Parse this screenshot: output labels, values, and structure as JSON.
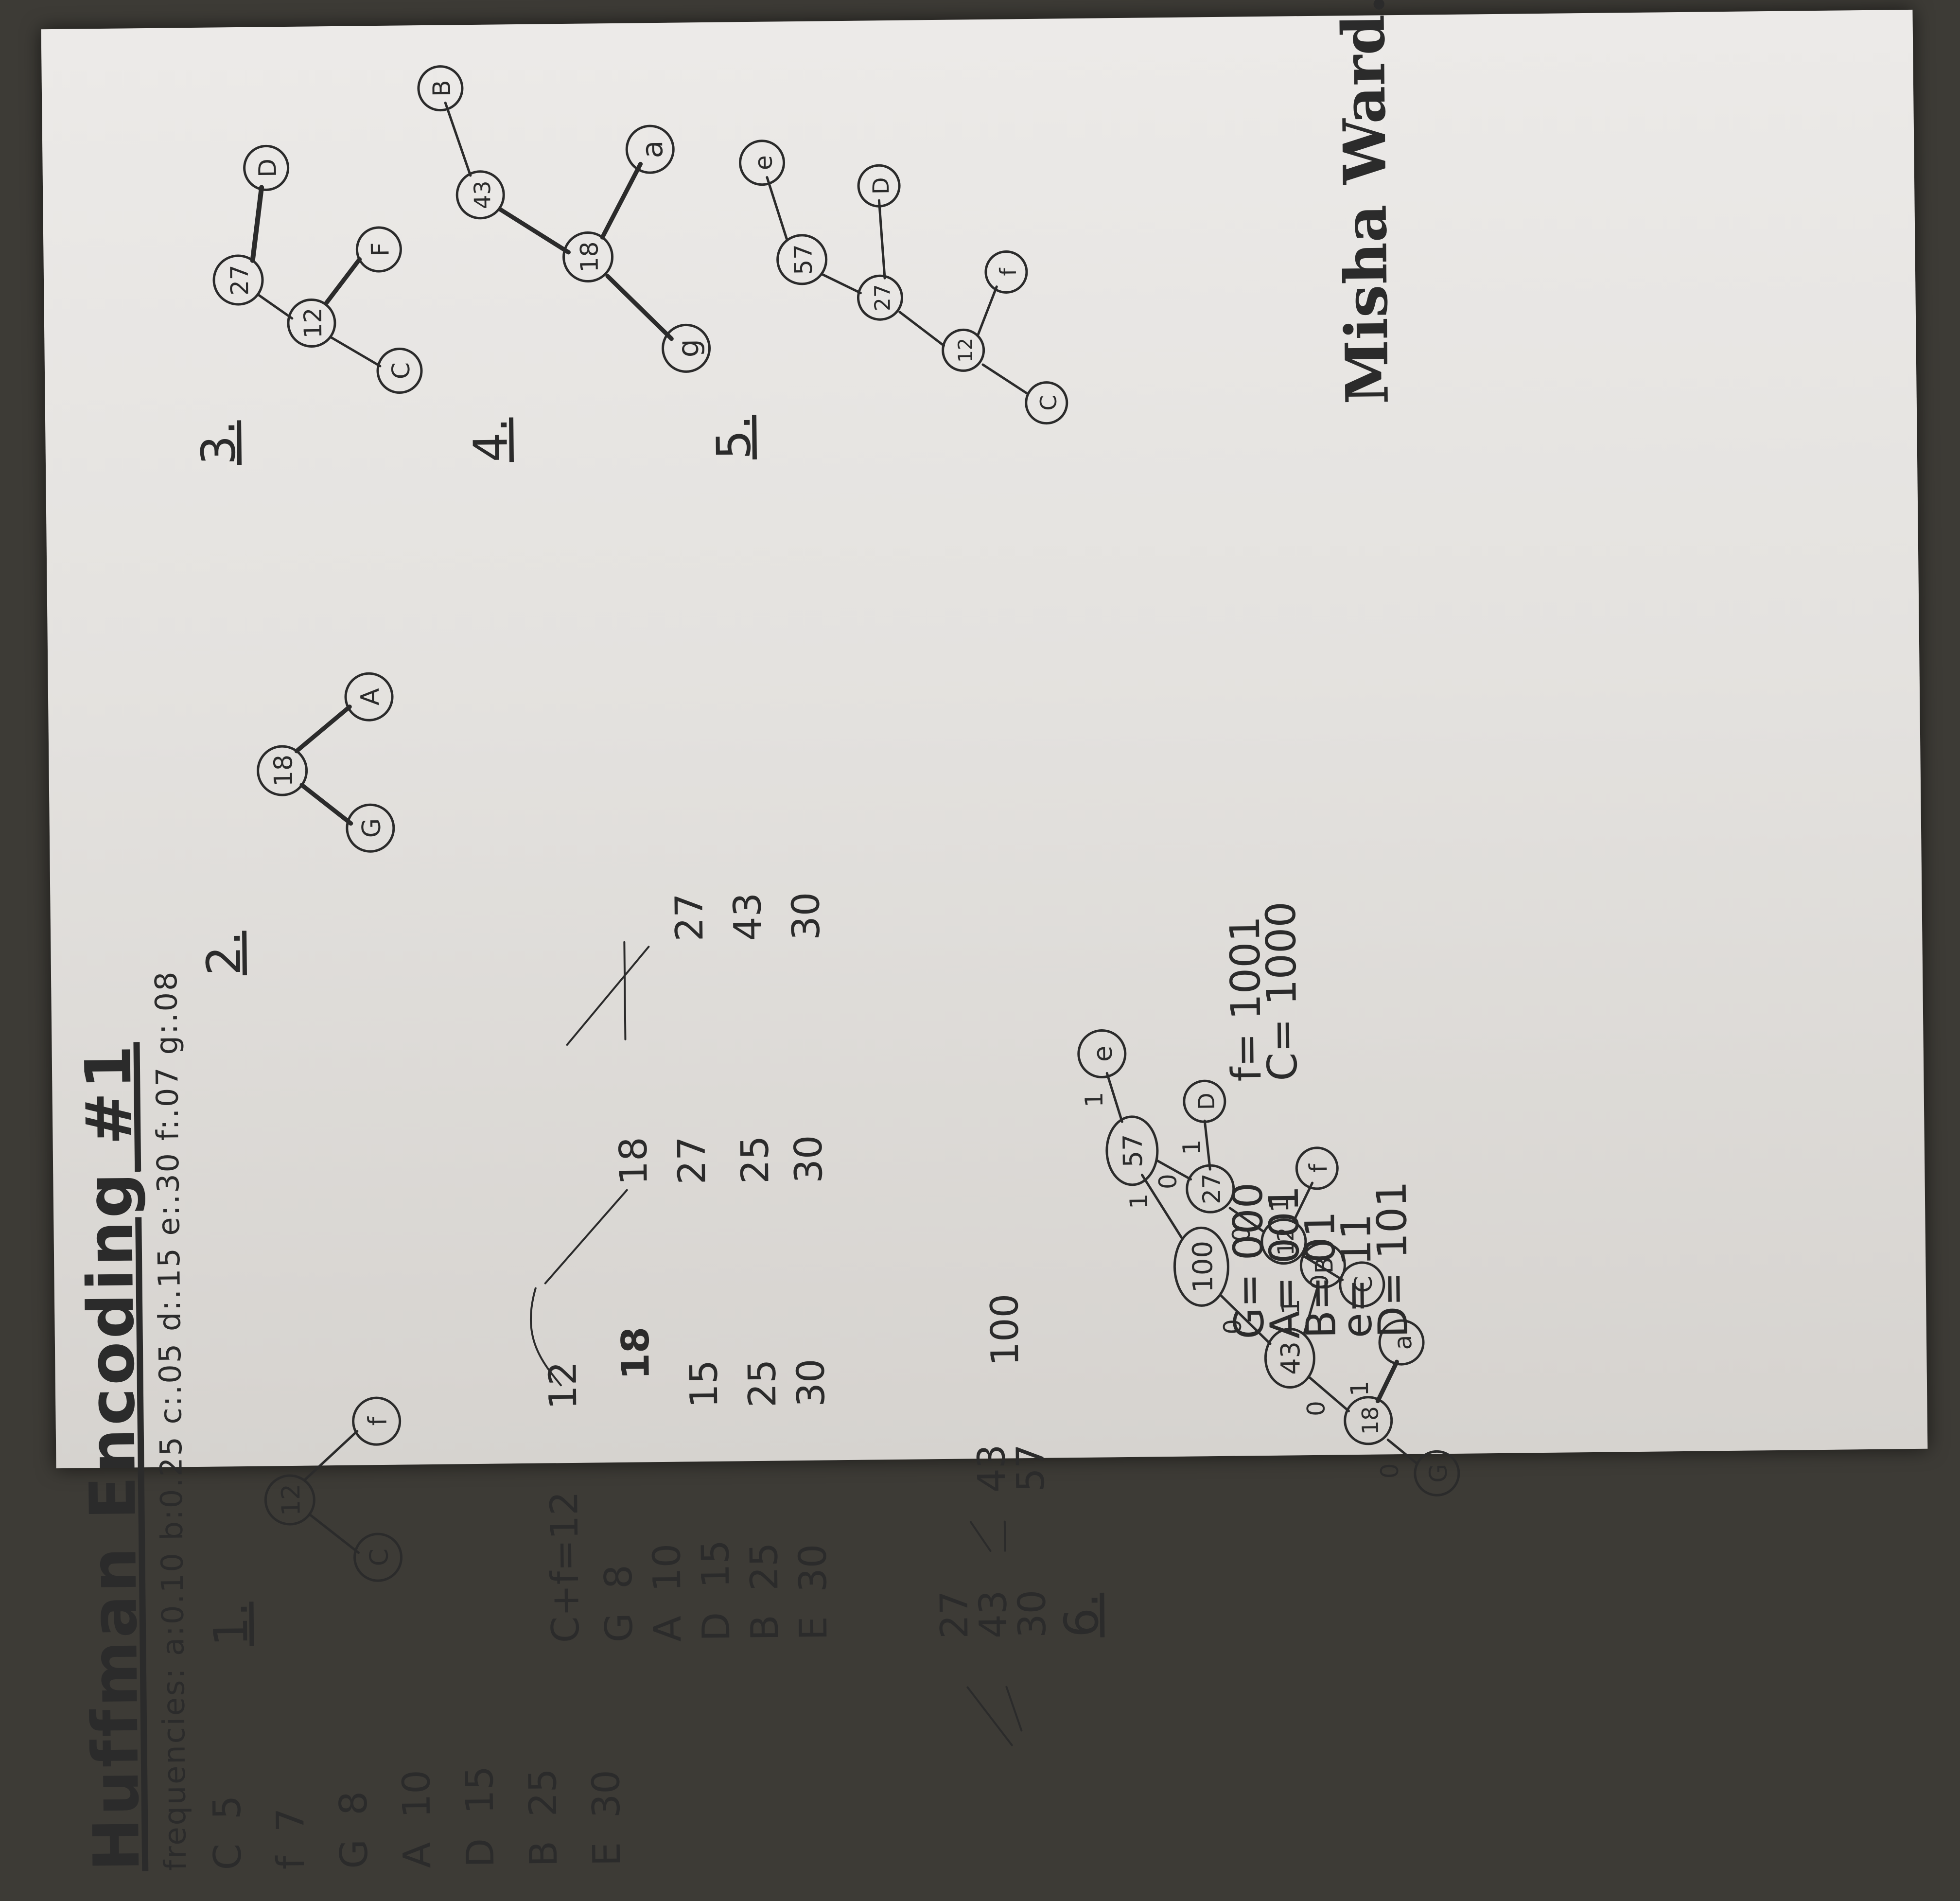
{
  "title": "Huffman Encoding #1",
  "frequencies_line": "frequencies: a:0.10 b:0.25 c:.05 d:.15 e:.30 f:.07 g:.08",
  "sorted_list": [
    {
      "sym": "C",
      "val": "5"
    },
    {
      "sym": "f",
      "val": "7"
    },
    {
      "sym": "G",
      "val": "8"
    },
    {
      "sym": "A",
      "val": "10"
    },
    {
      "sym": "D",
      "val": "15"
    },
    {
      "sym": "B",
      "val": "25"
    },
    {
      "sym": "E",
      "val": "30"
    }
  ],
  "step_labels": [
    "1.",
    "2.",
    "3.",
    "4.",
    "5.",
    "6."
  ],
  "step1": {
    "parent": "12",
    "left": "C",
    "right": "f"
  },
  "step2": {
    "parent": "18",
    "left": "G",
    "right": "A"
  },
  "step3": {
    "root": "27",
    "mid": "12",
    "leaf1": "C",
    "leaf2": "F",
    "leaf3": "D"
  },
  "step4": {
    "root": "43",
    "mid": "18",
    "leaf1": "g",
    "leaf2": "a",
    "leaf3": "B"
  },
  "step5": {
    "root": "57",
    "mid": "27",
    "sub": "12",
    "leaf1": "C",
    "leaf2": "f",
    "leaf3": "D",
    "leaf4": "e"
  },
  "table1": {
    "col1": [
      "C+f=12",
      "G  8",
      "A  10",
      "D  15",
      "B  25",
      "E  30"
    ],
    "col2": [
      "12",
      "18",
      "15",
      "25",
      "30"
    ],
    "col3": [
      "18",
      "27",
      "25",
      "30"
    ],
    "col4": [
      "27",
      "43",
      "30"
    ]
  },
  "table2": {
    "col1": [
      "27",
      "43",
      "30"
    ],
    "col2": [
      "43",
      "57"
    ],
    "col3": [
      "100"
    ]
  },
  "final_tree": {
    "root": "100",
    "left": "43",
    "right": "57",
    "n18": "18",
    "nB": "B",
    "n27": "27",
    "ne": "e",
    "nG": "G",
    "na": "a",
    "n12": "12",
    "nD": "D",
    "nC": "C",
    "nf": "f",
    "edge0": "0",
    "edge1": "1"
  },
  "codes_left": [
    "G= 000",
    "A= 001",
    "B= 01",
    "e= 11",
    "D= 101"
  ],
  "codes_right": [
    "f= 1001",
    "C= 1000"
  ],
  "signature": "Misha Ward."
}
